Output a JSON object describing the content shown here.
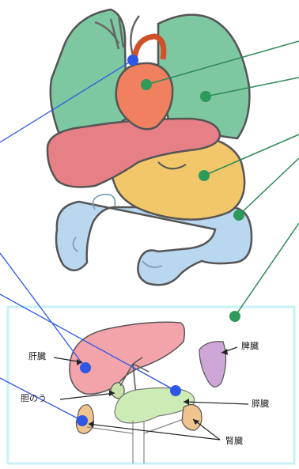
{
  "labels": {
    "liver": "肝臓",
    "gallbladder": "胆のう",
    "spleen": "脾臓",
    "pancreas": "膵臓",
    "kidney": "腎臓"
  },
  "colors": {
    "leader_blue": "#2f57e6",
    "leader_green": "#2e8b57",
    "marker_blue": "#2f57e6",
    "marker_green": "#2e9a5a",
    "inset_border": "#c9f1f4",
    "lung": "#7dc8a0",
    "heart": "#f08060",
    "liver": "#e68086",
    "stomach": "#f2c76a",
    "intestine": "#b9d7ee",
    "spleen": "#cfa6d8",
    "pancreas": "#cdebb4",
    "kidney": "#f0c48e"
  }
}
